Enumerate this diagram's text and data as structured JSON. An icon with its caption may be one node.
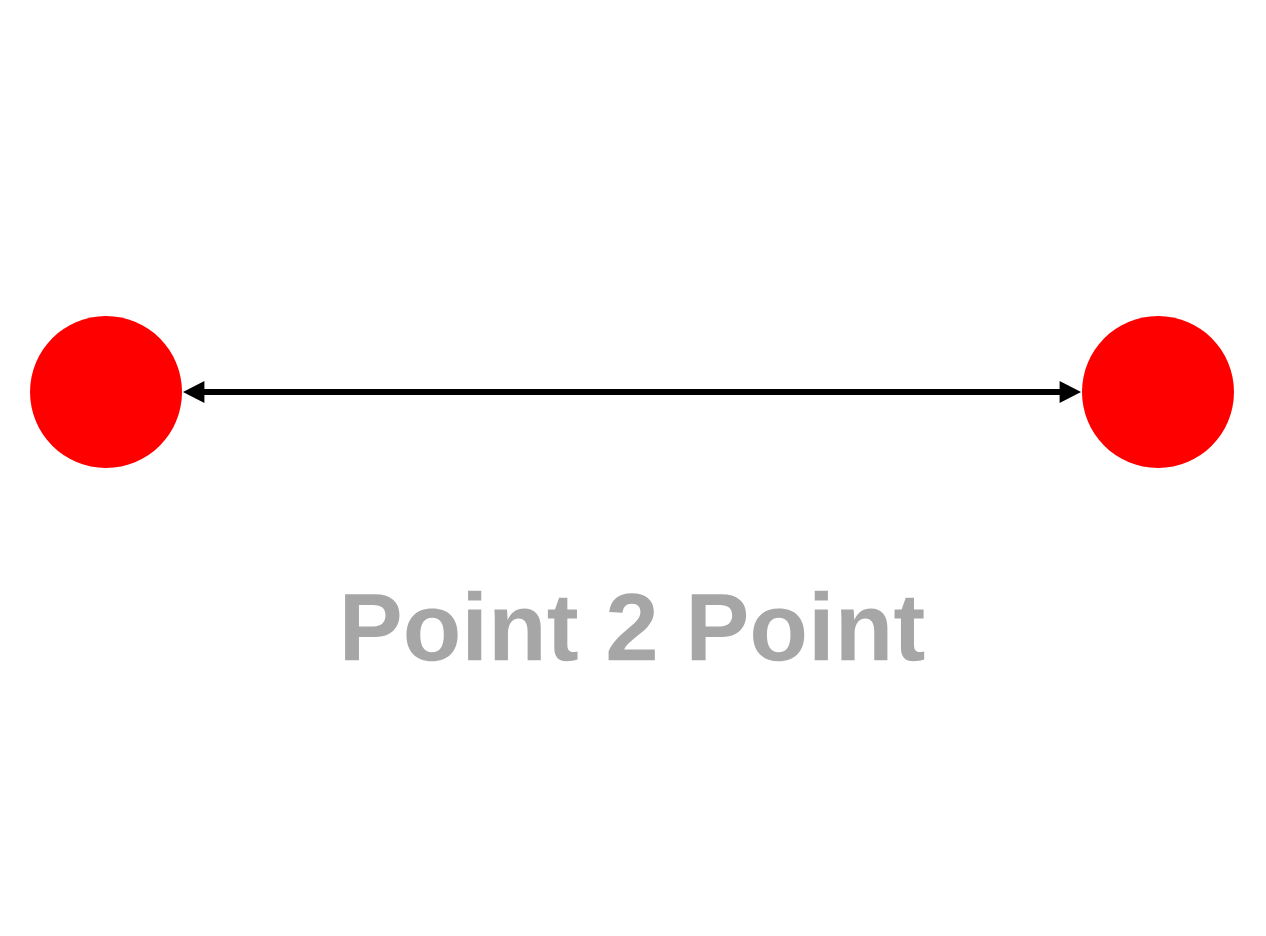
{
  "diagram": {
    "caption": "Point 2 Point",
    "nodes": [
      {
        "text": [],
        "shape": "circle"
      },
      {
        "text": [],
        "shape": "circle"
      }
    ],
    "edges": [
      {
        "from": 0,
        "to": 1,
        "arrow": "both"
      }
    ]
  }
}
